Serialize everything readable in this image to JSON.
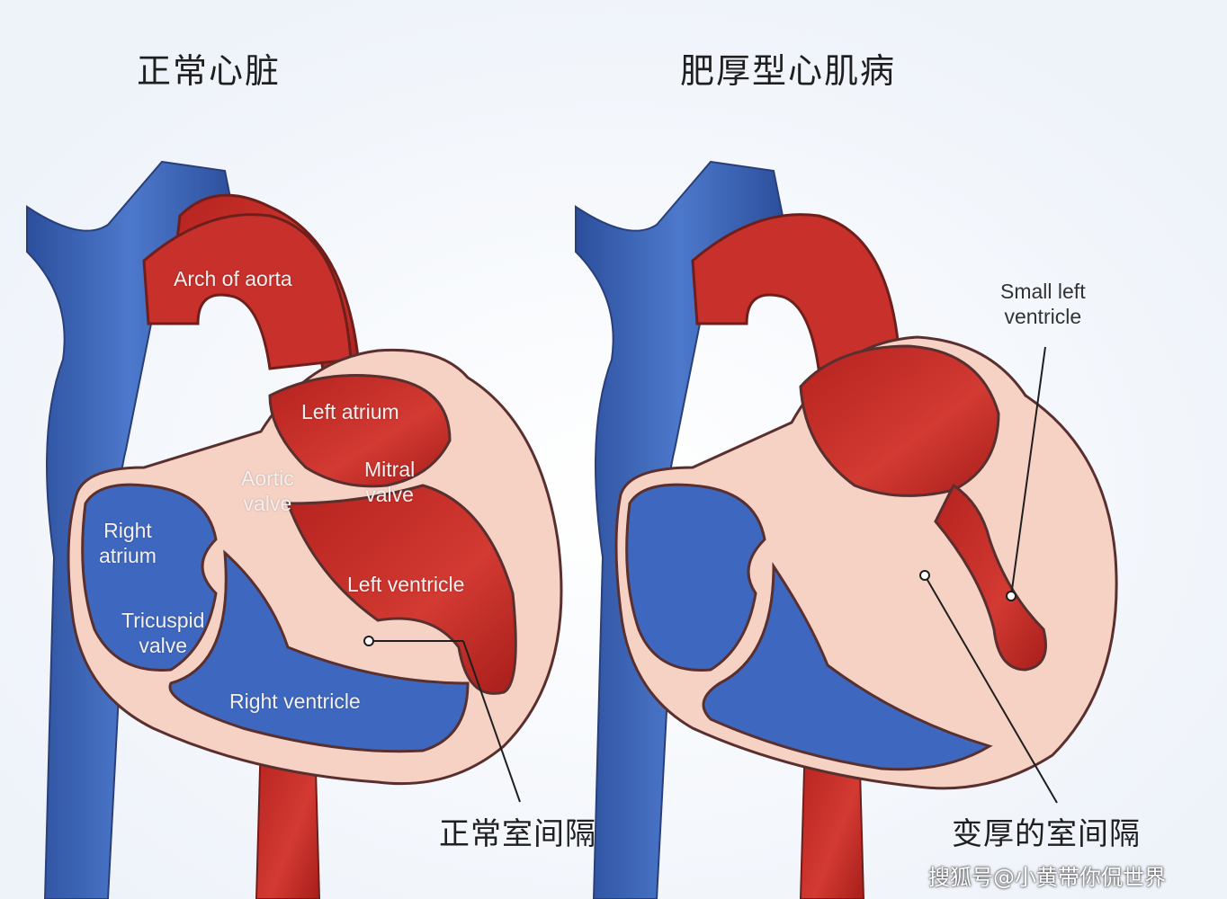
{
  "titles": {
    "normal": "正常心脏",
    "hcm": "肥厚型心肌病"
  },
  "labels": {
    "arch_of_aorta": "Arch of aorta",
    "left_atrium": "Left atrium",
    "aortic_valve_1": "Aortic",
    "aortic_valve_2": "valve",
    "mitral_valve_1": "Mitral",
    "mitral_valve_2": "valve",
    "right_atrium_1": "Right",
    "right_atrium_2": "atrium",
    "tricuspid_valve_1": "Tricuspid",
    "tricuspid_valve_2": "valve",
    "left_ventricle": "Left ventricle",
    "right_ventricle": "Right ventricle",
    "small_left_ventricle_1": "Small left",
    "small_left_ventricle_2": "ventricle"
  },
  "captions": {
    "normal_septum": "正常室间隔",
    "thick_septum": "变厚的室间隔"
  },
  "watermark": "搜狐号@小黄带你侃世界",
  "colors": {
    "vein_blue": "#3a63b8",
    "artery_red": "#c7302b",
    "muscle_pink": "#f6d2c4",
    "outline": "#5a2f2f"
  }
}
